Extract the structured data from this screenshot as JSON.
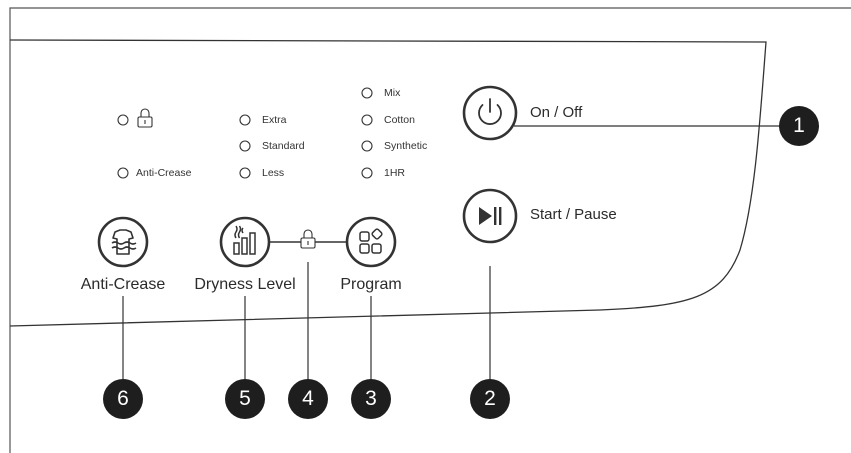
{
  "indicators": {
    "lock_glyph": "lock-icon",
    "anti_crease": "Anti-Crease",
    "dryness": [
      "Extra",
      "Standard",
      "Less"
    ],
    "programs": [
      "Mix",
      "Cotton",
      "Synthetic",
      "1HR"
    ]
  },
  "buttons": {
    "anti_crease": "Anti-Crease",
    "dryness_level": "Dryness Level",
    "program": "Program",
    "on_off": "On / Off",
    "start_pause": "Start / Pause"
  },
  "callouts": [
    "1",
    "2",
    "3",
    "4",
    "5",
    "6"
  ],
  "colors": {
    "ink": "#2b2b2b",
    "callout_fill": "#1e1e1e",
    "callout_text": "#ffffff"
  }
}
